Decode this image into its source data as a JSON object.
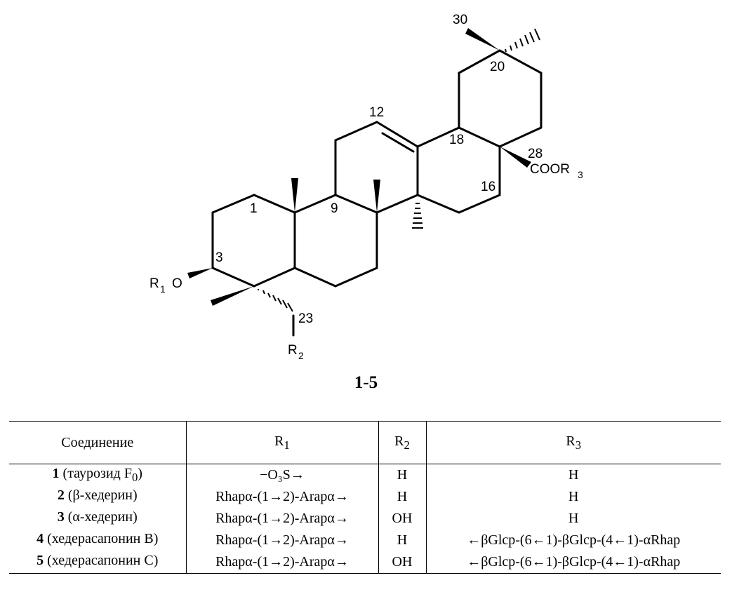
{
  "structure_labels": {
    "c30": "30",
    "c20": "20",
    "c12": "12",
    "c18": "18",
    "c28": "28",
    "cooR": "COOR",
    "r3sub": "3",
    "c16": "16",
    "c1": "1",
    "c9": "9",
    "c3": "3",
    "r1": "R",
    "r1sub": "1",
    "o": "O",
    "c23": "23",
    "r2": "R",
    "r2sub": "2"
  },
  "compound_label": "1-5",
  "table": {
    "headers": [
      "Соединение",
      "R",
      "R",
      "R"
    ],
    "header_subs": [
      "",
      "1",
      "2",
      "3"
    ],
    "rows": [
      {
        "num": "1",
        "name": " (таурозид F",
        "name_sub": "0",
        "name_end": ")",
        "r1": "−O₃S→",
        "r2": "H",
        "r3": "H"
      },
      {
        "num": "2",
        "name": " (β-хедерин)",
        "name_sub": "",
        "name_end": "",
        "r1": "Rhapα-(1→2)-Arapα→",
        "r2": "H",
        "r3": "H"
      },
      {
        "num": "3",
        "name": " (α-хедерин)",
        "name_sub": "",
        "name_end": "",
        "r1": "Rhapα-(1→2)-Arapα→",
        "r2": "OH",
        "r3": "H"
      },
      {
        "num": "4",
        "name": " (хедерасапонин B)",
        "name_sub": "",
        "name_end": "",
        "r1": "Rhapα-(1→2)-Arapα→",
        "r2": "H",
        "r3": "←βGlcp-(6←1)-βGlcp-(4←1)-αRhap"
      },
      {
        "num": "5",
        "name": " (хедерасапонин C)",
        "name_sub": "",
        "name_end": "",
        "r1": "Rhapα-(1→2)-Arapα→",
        "r2": "OH",
        "r3": "←βGlcp-(6←1)-βGlcp-(4←1)-αRhap"
      }
    ]
  }
}
